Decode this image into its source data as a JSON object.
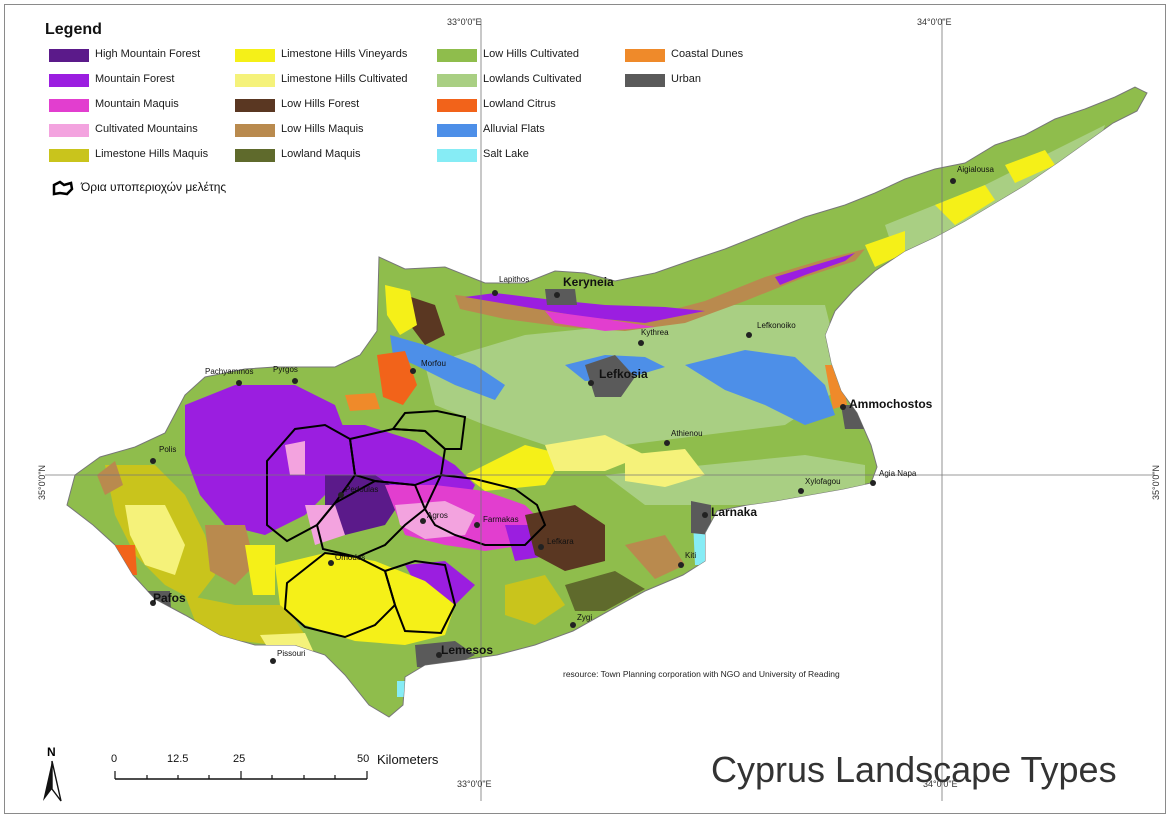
{
  "legend": {
    "title": "Legend",
    "items": [
      {
        "label": "High Mountain Forest",
        "color": "#5b1a8a"
      },
      {
        "label": "Mountain Forest",
        "color": "#9b1ee0"
      },
      {
        "label": "Mountain Maquis",
        "color": "#e23ecf"
      },
      {
        "label": "Cultivated Mountains",
        "color": "#f3a3df"
      },
      {
        "label": "Limestone Hills Maquis",
        "color": "#c9c41c"
      },
      {
        "label": "Limestone Hills Vineyards",
        "color": "#f5f018"
      },
      {
        "label": "Limestone Hills Cultivated",
        "color": "#f5f27a"
      },
      {
        "label": "Low Hills Forest",
        "color": "#5a3722"
      },
      {
        "label": "Low Hills Maquis",
        "color": "#b98a4e"
      },
      {
        "label": "Lowland Maquis",
        "color": "#5f6a2c"
      },
      {
        "label": "Low Hills Cultivated",
        "color": "#8fbd4c"
      },
      {
        "label": "Lowlands Cultivated",
        "color": "#a9cf83"
      },
      {
        "label": "Lowland Citrus",
        "color": "#f2631a"
      },
      {
        "label": "Alluvial Flats",
        "color": "#4d8fe8"
      },
      {
        "label": "Salt Lake",
        "color": "#86ecf5"
      },
      {
        "label": "Coastal Dunes",
        "color": "#ef8a2a"
      },
      {
        "label": "Urban",
        "color": "#5a5a5a"
      }
    ],
    "boundary_label": "Όρια υποπεριοχών μελέτης"
  },
  "graticule": {
    "top_33": "33°0'0\"E",
    "top_34": "34°0'0\"E",
    "bottom_33": "33°0'0\"E",
    "bottom_34": "34°0'0\"E",
    "left_35": "35°0'0\"N",
    "right_35": "35°0'0\"N"
  },
  "places": {
    "keryneia": "Keryneia",
    "lapithos": "Lapithos",
    "kythrea": "Kythrea",
    "lefkonoiko": "Lefkonoiko",
    "aigialousa": "Aigialousa",
    "morfou": "Morfou",
    "lefkosia": "Lefkosia",
    "ammochostos": "Ammochostos",
    "pachyammos": "Pachyammos",
    "pyrgos": "Pyrgos",
    "polis": "Polis",
    "athienou": "Athienou",
    "agia_napa": "Agia Napa",
    "xylofagou": "Xylofagou",
    "larnaka": "Larnaka",
    "kiti": "Kiti",
    "lefkara": "Lefkara",
    "agros": "Agros",
    "farmakas": "Farmakas",
    "pedoulas": "Pedoulas",
    "omodos": "Omodos",
    "pafos": "Pafos",
    "pissouri": "Pissouri",
    "lemesos": "Lemesos",
    "zygi": "Zygi"
  },
  "resource": "resource: Town Planning corporation with NGO and University of Reading",
  "title": "Cyprus Landscape Types",
  "scale": {
    "labels": [
      "0",
      "12.5",
      "25",
      "50"
    ],
    "unit": "Kilometers"
  },
  "north": "N"
}
